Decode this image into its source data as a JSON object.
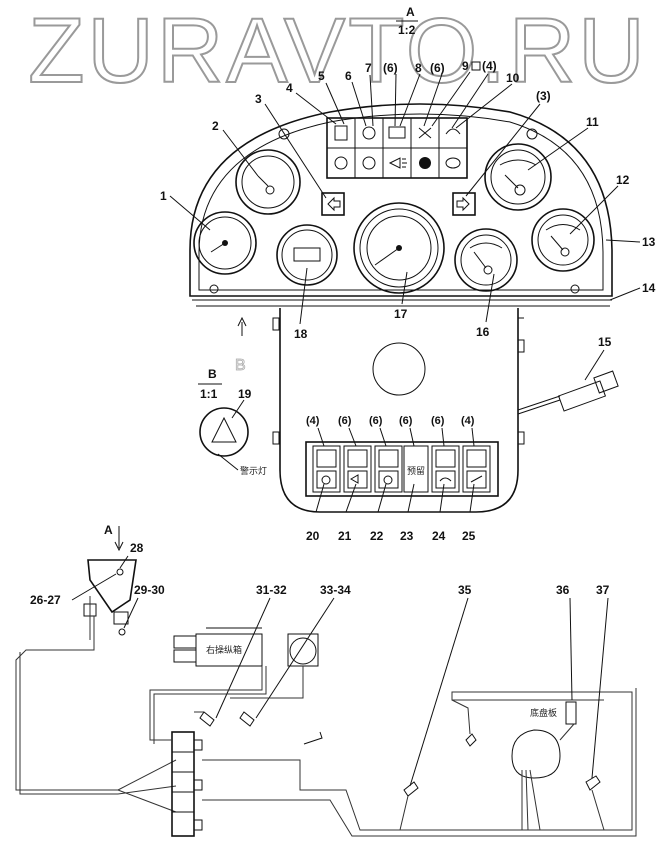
{
  "watermark": "ZURAVTO.RU",
  "view_a": {
    "letter": "A",
    "scale": "1:2"
  },
  "view_b": {
    "letter": "B",
    "scale": "1:1",
    "arrow_letter": "B"
  },
  "hazard_label": "警示灯",
  "center_switch_text": "预留",
  "right_panel_label": "右操纵箱",
  "floor_label": "底盘板",
  "callouts": {
    "c1": "1",
    "c2": "2",
    "c3": "3",
    "c4": "4",
    "c5": "5",
    "c6": "6",
    "c7": "7",
    "c6b": "(6)",
    "c8": "8",
    "c6c": "(6)",
    "c9": "9",
    "c4b": "(4)",
    "c10": "10",
    "c3b": "(3)",
    "c11": "11",
    "c12": "12",
    "c13": "13",
    "c14": "14",
    "c15": "15",
    "c16": "16",
    "c17": "17",
    "c18": "18",
    "c19": "19",
    "c20": "20",
    "c21": "21",
    "c22": "22",
    "c23": "23",
    "c24": "24",
    "c25": "25",
    "c26": "26-27",
    "c28": "28",
    "c29": "29-30",
    "c31": "31-32",
    "c33": "33-34",
    "c35": "35",
    "c36": "36",
    "c37": "37"
  },
  "switch_tags": [
    "(4)",
    "(6)",
    "(6)",
    "(6)",
    "(6)",
    "(4)"
  ],
  "icons": [
    "warning-lamp-icons",
    "turn-indicator-arrows",
    "gauge-dials",
    "hazard-triangle-icon"
  ]
}
